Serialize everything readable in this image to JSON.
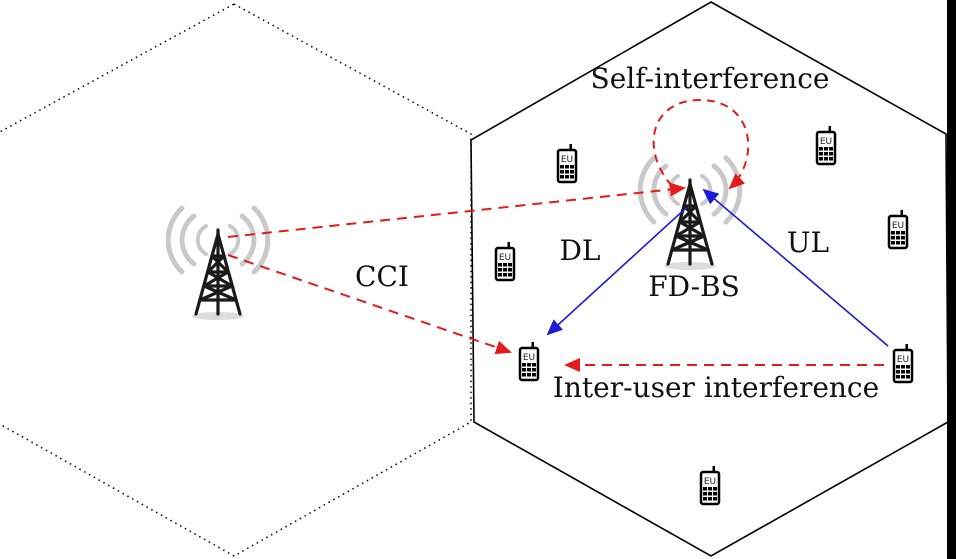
{
  "labels": {
    "self_interference": "Self-interference",
    "dl": "DL",
    "ul": "UL",
    "fd_bs": "FD-BS",
    "cci": "CCI",
    "inter_user": "Inter-user interference"
  },
  "user_label": "EU",
  "colors": {
    "interference": "#e31b1b",
    "link": "#1c1cd6",
    "cell_border": "#000000",
    "tower_waves": "#c8c8c8"
  },
  "icons": [
    "base-station-tower-icon",
    "mobile-phone-icon"
  ]
}
